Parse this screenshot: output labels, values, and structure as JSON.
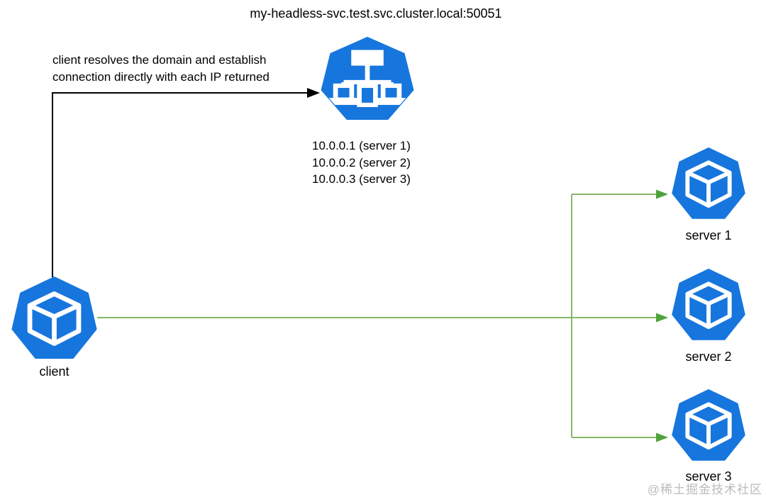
{
  "title": "my-headless-svc.test.svc.cluster.local:50051",
  "annotation": {
    "line1": "client resolves the domain and establish",
    "line2": "connection directly with each IP returned"
  },
  "dns": {
    "icon": "kubernetes-service-icon",
    "ips": [
      "10.0.0.1 (server 1)",
      "10.0.0.2 (server 2)",
      "10.0.0.3 (server 3)"
    ]
  },
  "client": {
    "label": "client",
    "icon": "kubernetes-pod-icon"
  },
  "servers": [
    {
      "label": "server 1",
      "icon": "kubernetes-pod-icon"
    },
    {
      "label": "server 2",
      "icon": "kubernetes-pod-icon"
    },
    {
      "label": "server 3",
      "icon": "kubernetes-pod-icon"
    }
  ],
  "watermark": "@稀土掘金技术社区",
  "colors": {
    "kubernetes_blue": "#1776dd",
    "arrow_green_line": "#85b868",
    "arrow_green_head": "#4ea33b",
    "arrow_black": "#000000",
    "watermark_gray": "#969696"
  }
}
